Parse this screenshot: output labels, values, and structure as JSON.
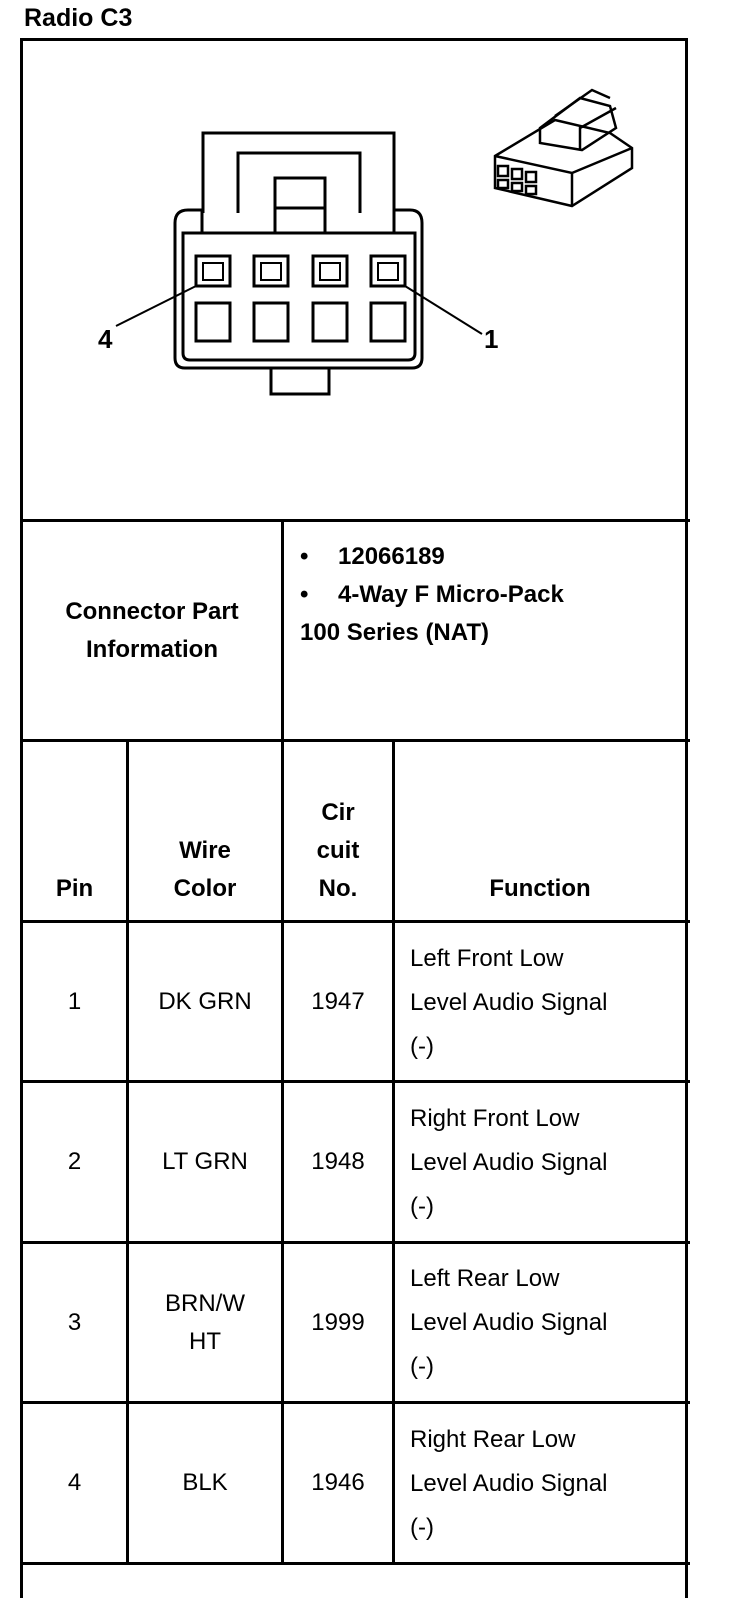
{
  "title": "Radio C3",
  "diagram": {
    "pin_label_left": "4",
    "pin_label_right": "1"
  },
  "connector_info": {
    "label_line1": "Connector Part",
    "label_line2": "Information",
    "items": [
      "12066189",
      "4-Way F Micro-Pack"
    ],
    "extra": "100 Series (NAT)"
  },
  "table": {
    "headers": {
      "pin": "Pin",
      "wire_color": [
        "Wire",
        "Color"
      ],
      "circuit": [
        "Cir",
        "cuit",
        "No."
      ],
      "function": "Function"
    },
    "rows": [
      {
        "pin": "1",
        "color": [
          "DK GRN"
        ],
        "circuit": "1947",
        "function": [
          "Left Front Low",
          "Level Audio Signal",
          "(-)"
        ]
      },
      {
        "pin": "2",
        "color": [
          "LT GRN"
        ],
        "circuit": "1948",
        "function": [
          "Right Front Low",
          "Level Audio Signal",
          "(-)"
        ]
      },
      {
        "pin": "3",
        "color": [
          "BRN/W",
          "HT"
        ],
        "circuit": "1999",
        "function": [
          "Left Rear Low",
          "Level Audio Signal",
          "(-)"
        ]
      },
      {
        "pin": "4",
        "color": [
          "BLK"
        ],
        "circuit": "1946",
        "function": [
          "Right Rear Low",
          "Level Audio Signal",
          "(-)"
        ]
      }
    ]
  }
}
